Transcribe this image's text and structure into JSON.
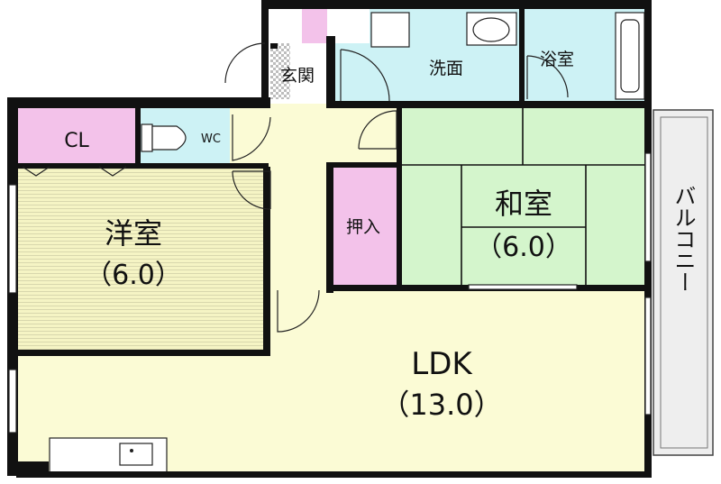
{
  "rooms": {
    "genkan": "玄関",
    "senmen": "洗面",
    "yokushitsu": "浴室",
    "cl": "CL",
    "wc": "WC",
    "yoshitsu": "洋室",
    "yoshitsu_size": "（6.0）",
    "oshiire": "押入",
    "washitsu": "和室",
    "washitsu_size": "（6.0）",
    "ldk": "LDK",
    "ldk_size": "（13.0）",
    "balcony": "バルコニー"
  },
  "colors": {
    "wall": "#111111",
    "floor": "#fbfbd5",
    "tatami": "#d4f5cc",
    "bath": "#cdf2f5",
    "closet": "#f3c2ea",
    "wood": "#f5f4c4",
    "wood_line": "#c9c8a0",
    "balcony": "#eeeeee",
    "genkan_tile": "#cccccc"
  }
}
